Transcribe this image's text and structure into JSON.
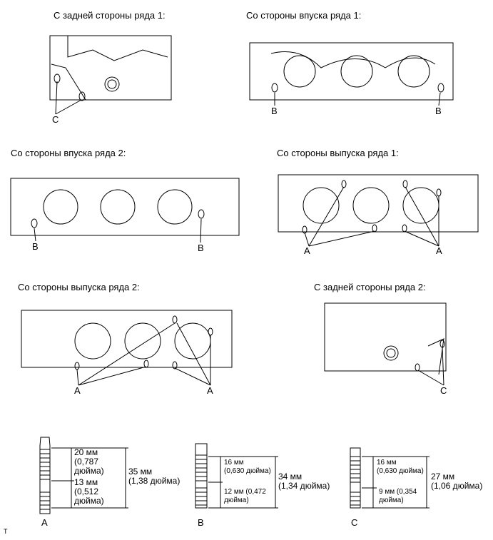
{
  "views": [
    {
      "caption": "С задней стороны ряда 1:",
      "markers": [
        "C"
      ]
    },
    {
      "caption": "Со стороны впуска ряда 1:",
      "markers": [
        "B",
        "B"
      ]
    },
    {
      "caption": "Со стороны впуска ряда 2:",
      "markers": [
        "B",
        "B"
      ]
    },
    {
      "caption": "Со стороны выпуска ряда 1:",
      "markers": [
        "A",
        "A"
      ]
    },
    {
      "caption": "Со стороны выпуска ряда 2:",
      "markers": [
        "A",
        "A"
      ]
    },
    {
      "caption": "С задней стороны ряда 2:",
      "markers": [
        "C"
      ]
    }
  ],
  "studs": [
    {
      "label": "A",
      "upper": "20 мм\n(0,787\nдюйма)",
      "lower": "13 мм\n(0,512\nдюйма)",
      "total": "35 мм\n(1,38 дюйма)"
    },
    {
      "label": "B",
      "upper": "16 мм\n(0,630 дюйма)",
      "lower": "12 мм (0,472\nдюйма)",
      "total": "34 мм\n(1,34 дюйма)"
    },
    {
      "label": "C",
      "upper": "16 мм\n(0,630 дюйма)",
      "lower": "9 мм (0,354\nдюйма)",
      "total": "27 мм\n(1,06 дюйма)"
    }
  ],
  "footer": "T"
}
